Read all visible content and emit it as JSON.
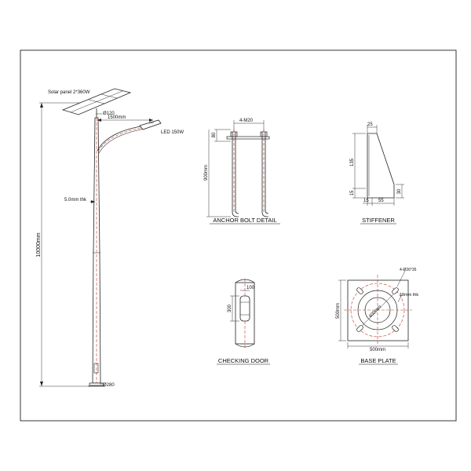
{
  "pole": {
    "solar_panel_label": "Solar panel 2*360W",
    "top_diameter": "Ø120",
    "arm_length": "1500mm",
    "led_label": "LED 150W",
    "wall_thickness": "5.0mm thk",
    "height": "10000mm",
    "base_diameter": "Ø280"
  },
  "anchor_bolt": {
    "title": "ANCHOR BOLT DETAIL",
    "bolt_label": "4-M20",
    "thread_length": "80",
    "length": "900mm"
  },
  "stiffener": {
    "title": "STIFFENER",
    "top_width": "25",
    "height": "135",
    "chamfer_left": "15",
    "bottom_offset": "15",
    "width": "55",
    "right_height": "30"
  },
  "checking_door": {
    "title": "CHECKING DOOR",
    "width": "100",
    "height": "300"
  },
  "base_plate": {
    "title": "BASE PLATE",
    "holes_label": "4-Ø26*35",
    "thickness": "18mm thk",
    "bolt_circle": "400mm",
    "side_height": "500mm",
    "side_width": "500mm"
  }
}
